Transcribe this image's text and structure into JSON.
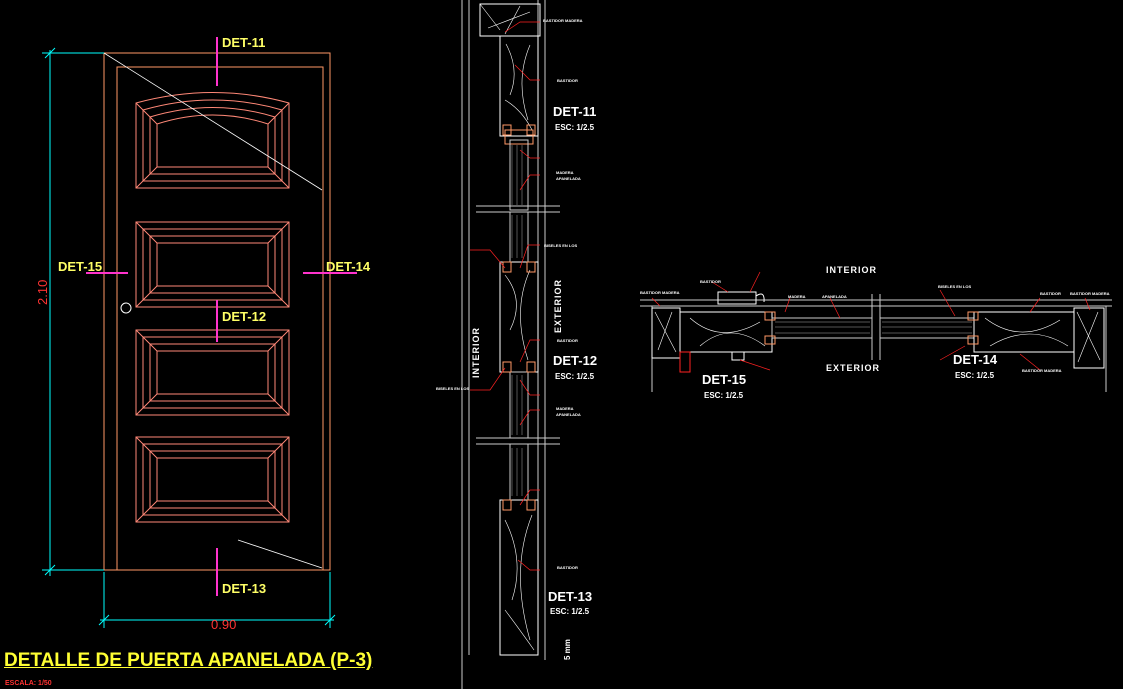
{
  "drawing": {
    "title": "DETALLE DE PUERTA APANELADA (P-3)",
    "scale": "ESCALA: 1/50"
  },
  "elevation": {
    "height_dim": "2.10",
    "width_dim": "0.90",
    "callouts": {
      "det11": "DET-11",
      "det12": "DET-12",
      "det13": "DET-13",
      "det14": "DET-14",
      "det15": "DET-15"
    }
  },
  "vertical_section": {
    "det11": {
      "label": "DET-11",
      "scale": "ESC: 1/2.5"
    },
    "det12": {
      "label": "DET-12",
      "scale": "ESC: 1/2.5"
    },
    "det13": {
      "label": "DET-13",
      "scale": "ESC: 1/2.5"
    },
    "side_interior": "INTERIOR",
    "side_exterior": "EXTERIOR",
    "bottom_dim": "5 mm",
    "notes": {
      "n1": "BASTIDOR MADERA",
      "n2": "BASTIDOR",
      "n3": "MADERA",
      "n4": "APANELADA",
      "n5": "BISELES EN LOS",
      "n6": "BASTIDOR",
      "n7": "BISELES EN LOS",
      "n8": "MADERA",
      "n9": "APANELADA",
      "n10": "BASTIDOR"
    }
  },
  "horizontal_section": {
    "side_interior": "INTERIOR",
    "side_exterior": "EXTERIOR",
    "det14": {
      "label": "DET-14",
      "scale": "ESC: 1/2.5"
    },
    "det15": {
      "label": "DET-15",
      "scale": "ESC: 1/2.5"
    },
    "notes": {
      "m1": "BASTIDOR MADERA",
      "m2": "BASTIDOR",
      "m3": "MADERA",
      "m4": "APANELADA",
      "m5": "BISELES EN LOS",
      "m6": "BASTIDOR",
      "m7": "BASTIDOR MADERA",
      "m8": "BASTIDOR MADERA"
    }
  },
  "colors": {
    "frame": "#ff9966",
    "panel": "#ff8877",
    "wood": "#ffffff",
    "glass": "#cccccc",
    "dimension": "#00ffff",
    "callout": "#ff33cc",
    "leader": "#ff2222",
    "text_yellow": "#ffff66",
    "title": "#ffff33",
    "scale_red": "#ff3333"
  }
}
